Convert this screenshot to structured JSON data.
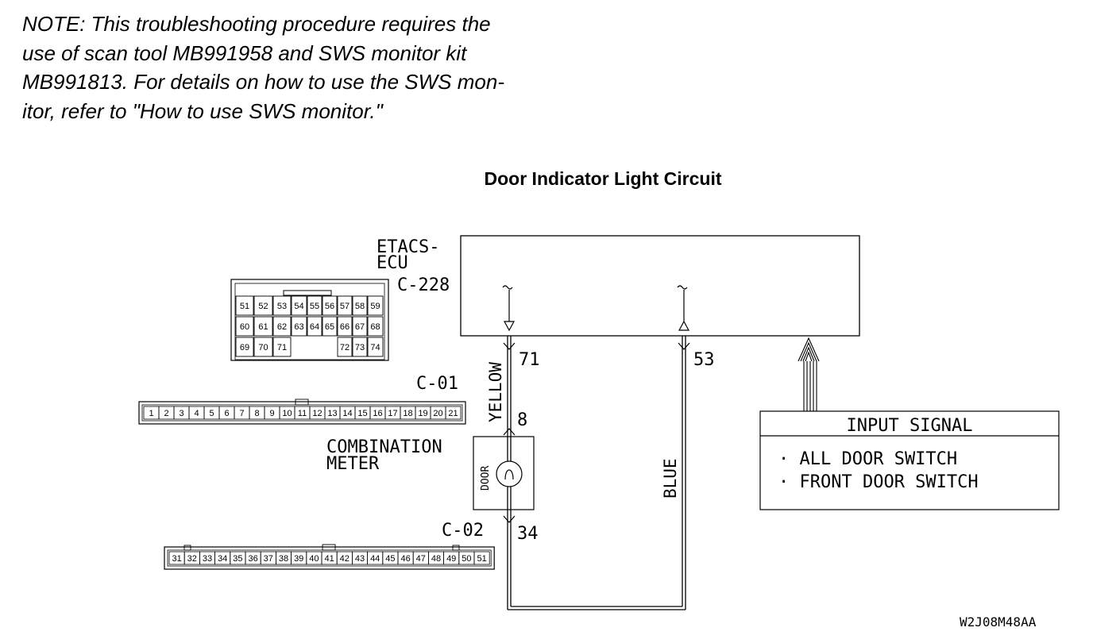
{
  "note": {
    "lines": [
      "NOTE: This troubleshooting procedure requires the",
      "use of scan tool MB991958 and SWS monitor kit",
      "MB991813. For details on how to use the SWS mon-",
      "itor, refer to \"How to use SWS monitor.\""
    ]
  },
  "diagram": {
    "title": "Door Indicator Light Circuit",
    "ecu": {
      "label_line1": "ETACS-",
      "label_line2": "ECU",
      "connector": "C-228"
    },
    "pins": {
      "etacs_yellow": "71",
      "etacs_blue": "53",
      "meter_in": "8",
      "meter_out": "34"
    },
    "wires": {
      "yellow": "YELLOW",
      "blue": "BLUE"
    },
    "connectors": {
      "c01": "C-01",
      "c02": "C-02"
    },
    "meter": {
      "label_line1": "COMBINATION",
      "label_line2": "METER",
      "lamp": "DOOR"
    },
    "input_signal": {
      "title": "INPUT SIGNAL",
      "items": [
        "· ALL DOOR SWITCH",
        "· FRONT DOOR SWITCH"
      ]
    },
    "c228_rows": [
      [
        "51",
        "52",
        "53",
        "54",
        "55",
        "56",
        "57",
        "58",
        "59"
      ],
      [
        "60",
        "61",
        "62",
        "63",
        "64",
        "65",
        "66",
        "67",
        "68"
      ],
      [
        "69",
        "70",
        "71",
        "",
        "",
        "",
        "72",
        "73",
        "74"
      ]
    ],
    "c01_pins": [
      "1",
      "2",
      "3",
      "4",
      "5",
      "6",
      "7",
      "8",
      "9",
      "10",
      "11",
      "12",
      "13",
      "14",
      "15",
      "16",
      "17",
      "18",
      "19",
      "20",
      "21"
    ],
    "c02_pins": [
      "31",
      "32",
      "33",
      "34",
      "35",
      "36",
      "37",
      "38",
      "39",
      "40",
      "41",
      "42",
      "43",
      "44",
      "45",
      "46",
      "47",
      "48",
      "49",
      "50",
      "51"
    ],
    "figure_code": "W2J08M48AA"
  }
}
